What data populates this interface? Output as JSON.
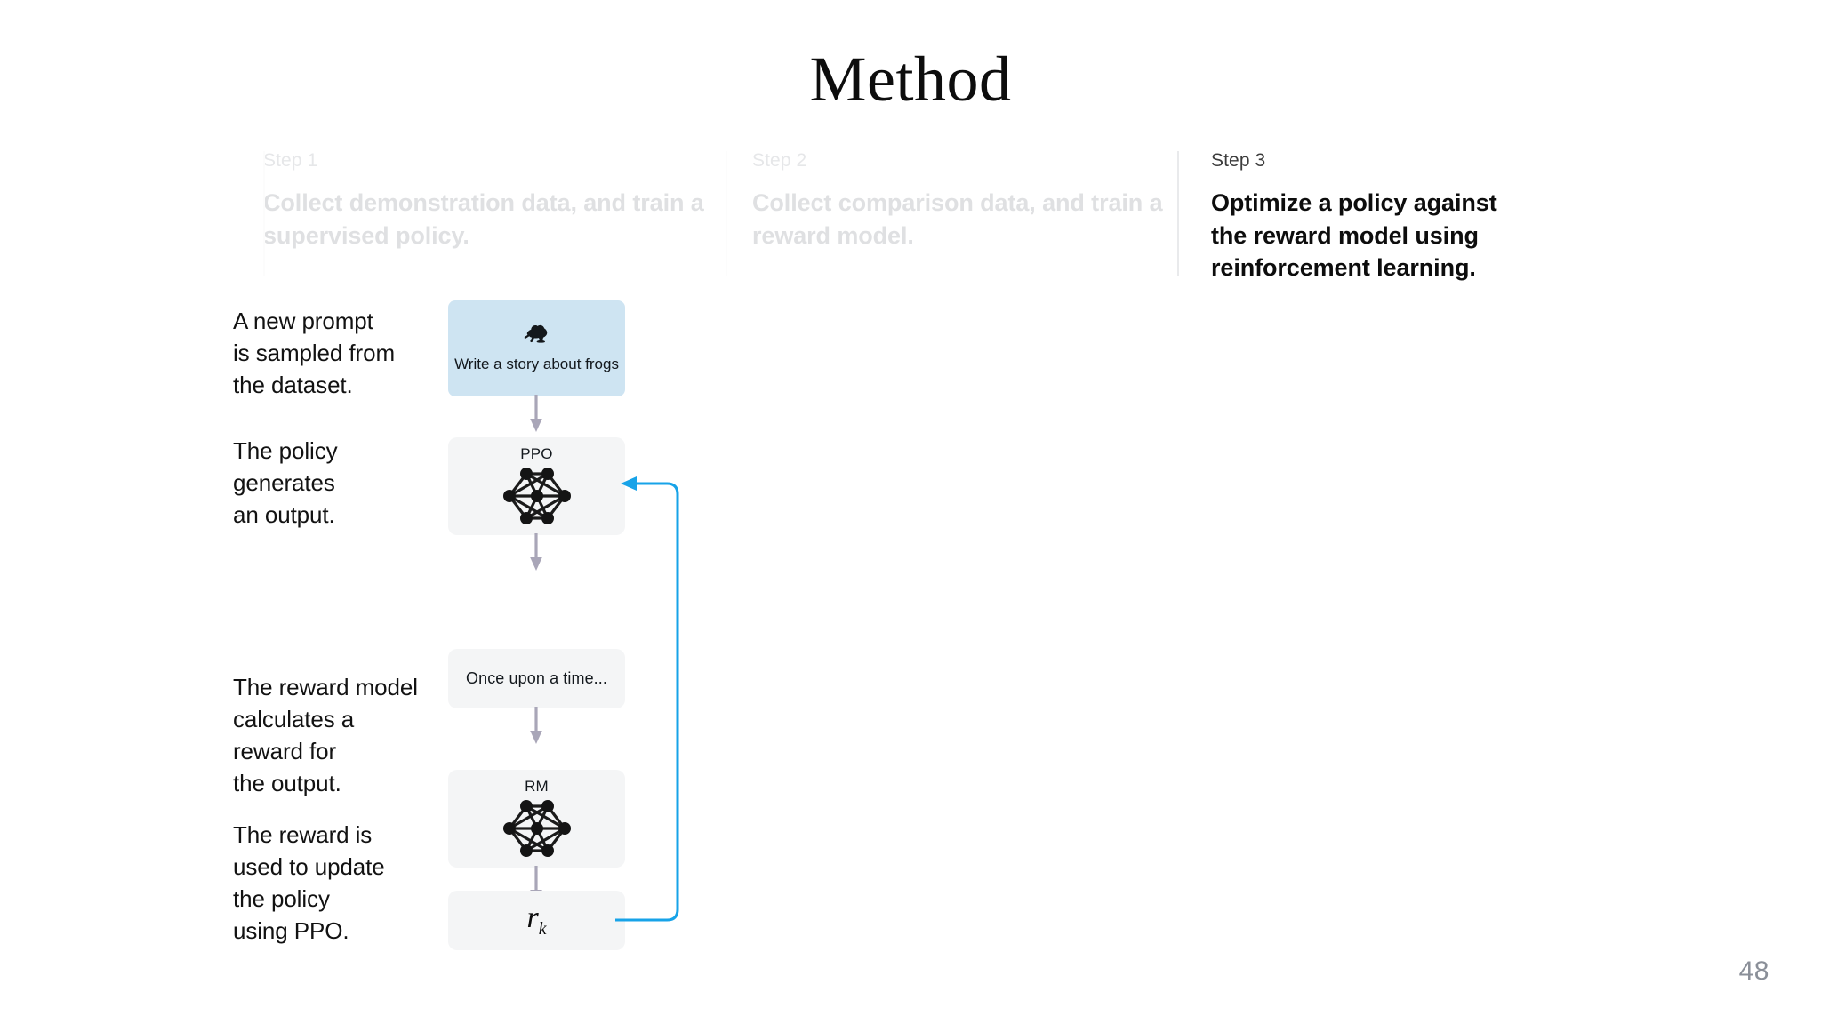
{
  "slide": {
    "title": "Method",
    "page_number": "48",
    "background": "#ffffff",
    "accent_blue": "#17a3e8",
    "prompt_box_color": "#cee4f2",
    "node_box_color": "#f4f5f6",
    "faded_text_color": "#dfe0e2",
    "active_text_color": "#0d0d0d"
  },
  "steps": [
    {
      "kicker": "Step 1",
      "body": "Collect demonstration data,\nand train a supervised policy.",
      "state": "faded"
    },
    {
      "kicker": "Step 2",
      "body": "Collect comparison data,\nand train a reward model.",
      "state": "faded"
    },
    {
      "kicker": "Step 3",
      "body": "Optimize a policy against\nthe reward model using\nreinforcement learning.",
      "state": "active"
    }
  ],
  "flow": {
    "captions": [
      "A new prompt\nis sampled from\nthe dataset.",
      "The policy\ngenerates\nan output.",
      "The reward model\ncalculates a\nreward for\nthe output.",
      "The reward is\nused to update\nthe policy\nusing PPO."
    ],
    "nodes": {
      "prompt": {
        "icon": "frog-icon",
        "text": "Write a story\nabout frogs"
      },
      "policy": {
        "label": "PPO",
        "icon": "neural-network-icon"
      },
      "output": {
        "text": "Once upon a time..."
      },
      "reward_model": {
        "label": "RM",
        "icon": "neural-network-icon"
      },
      "reward": {
        "symbol": "r",
        "subscript": "k"
      }
    },
    "feedback_loop": {
      "label": "",
      "from": "reward",
      "to": "policy",
      "color": "#17a3e8"
    }
  }
}
